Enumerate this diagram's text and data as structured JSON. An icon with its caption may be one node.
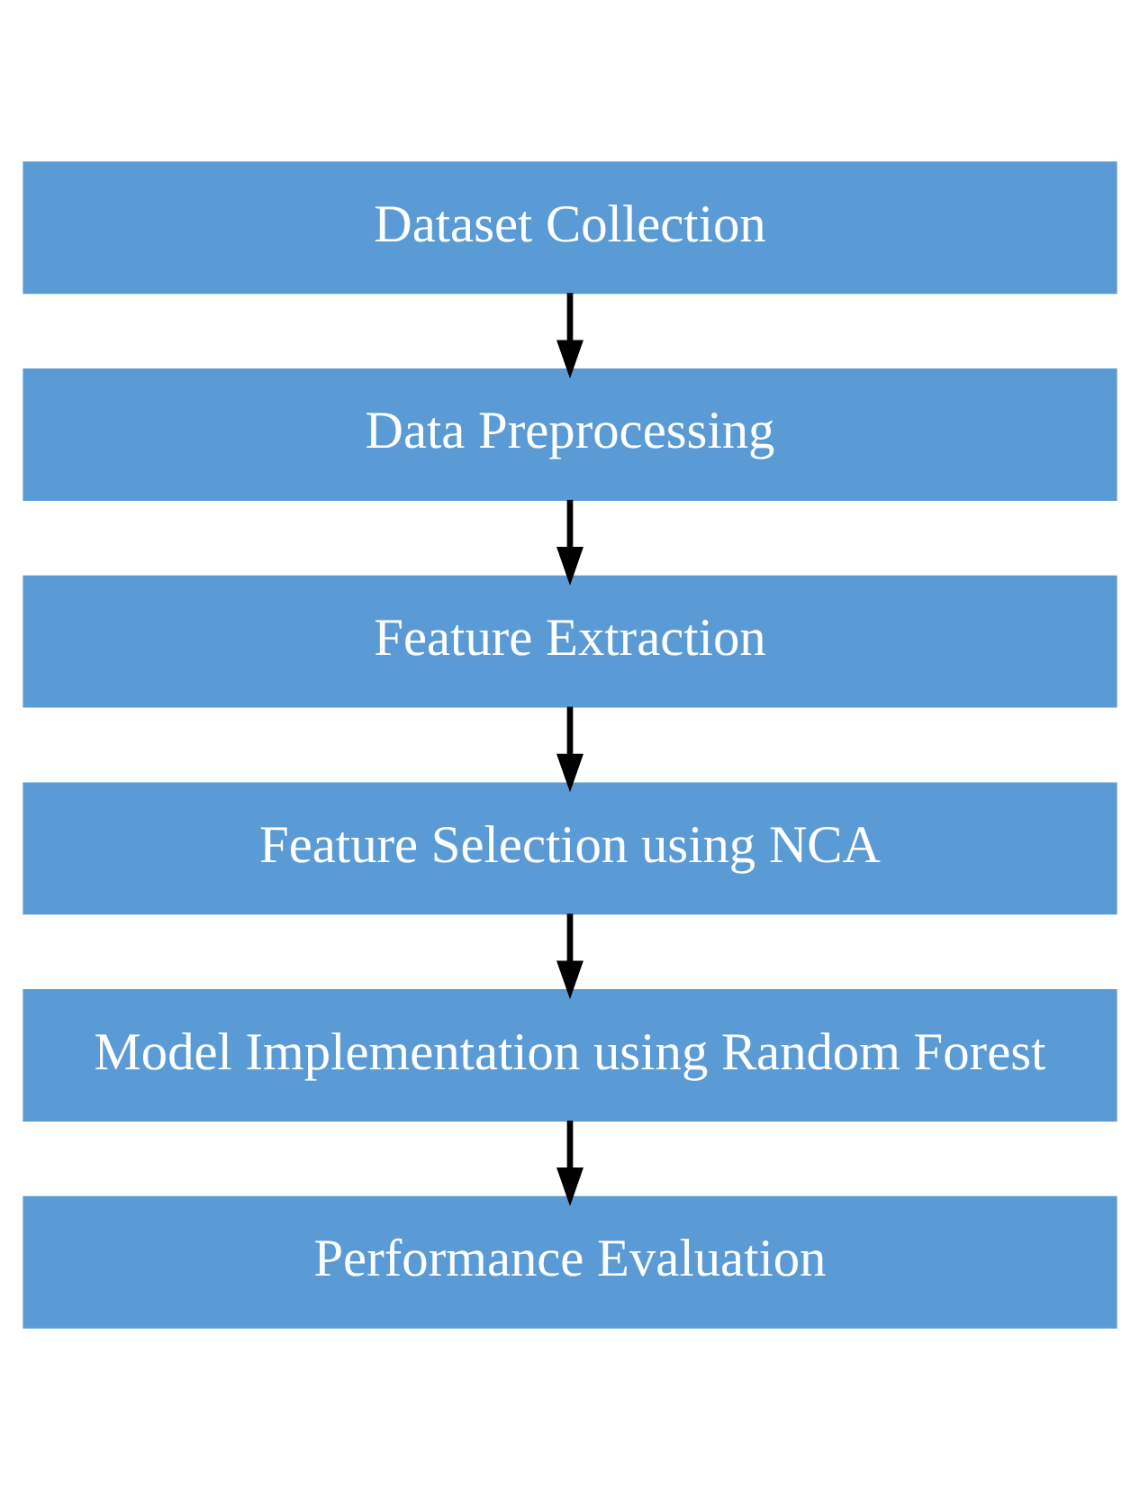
{
  "diagram": {
    "nodes": [
      {
        "text": [
          "Dataset Collection"
        ]
      },
      {
        "text": [
          "Data Preprocessing"
        ]
      },
      {
        "text": [
          "Feature Extraction"
        ]
      },
      {
        "text": [
          "Feature Selection using NCA"
        ]
      },
      {
        "text": [
          "Model Implementation using Random Forest"
        ]
      },
      {
        "text": [
          "Performance Evaluation"
        ]
      }
    ],
    "edges": [
      {
        "from": 0,
        "to": 1,
        "arrow": "to"
      },
      {
        "from": 1,
        "to": 2,
        "arrow": "to"
      },
      {
        "from": 2,
        "to": 3,
        "arrow": "to"
      },
      {
        "from": 3,
        "to": 4,
        "arrow": "to"
      },
      {
        "from": 4,
        "to": 5,
        "arrow": "to"
      }
    ]
  }
}
